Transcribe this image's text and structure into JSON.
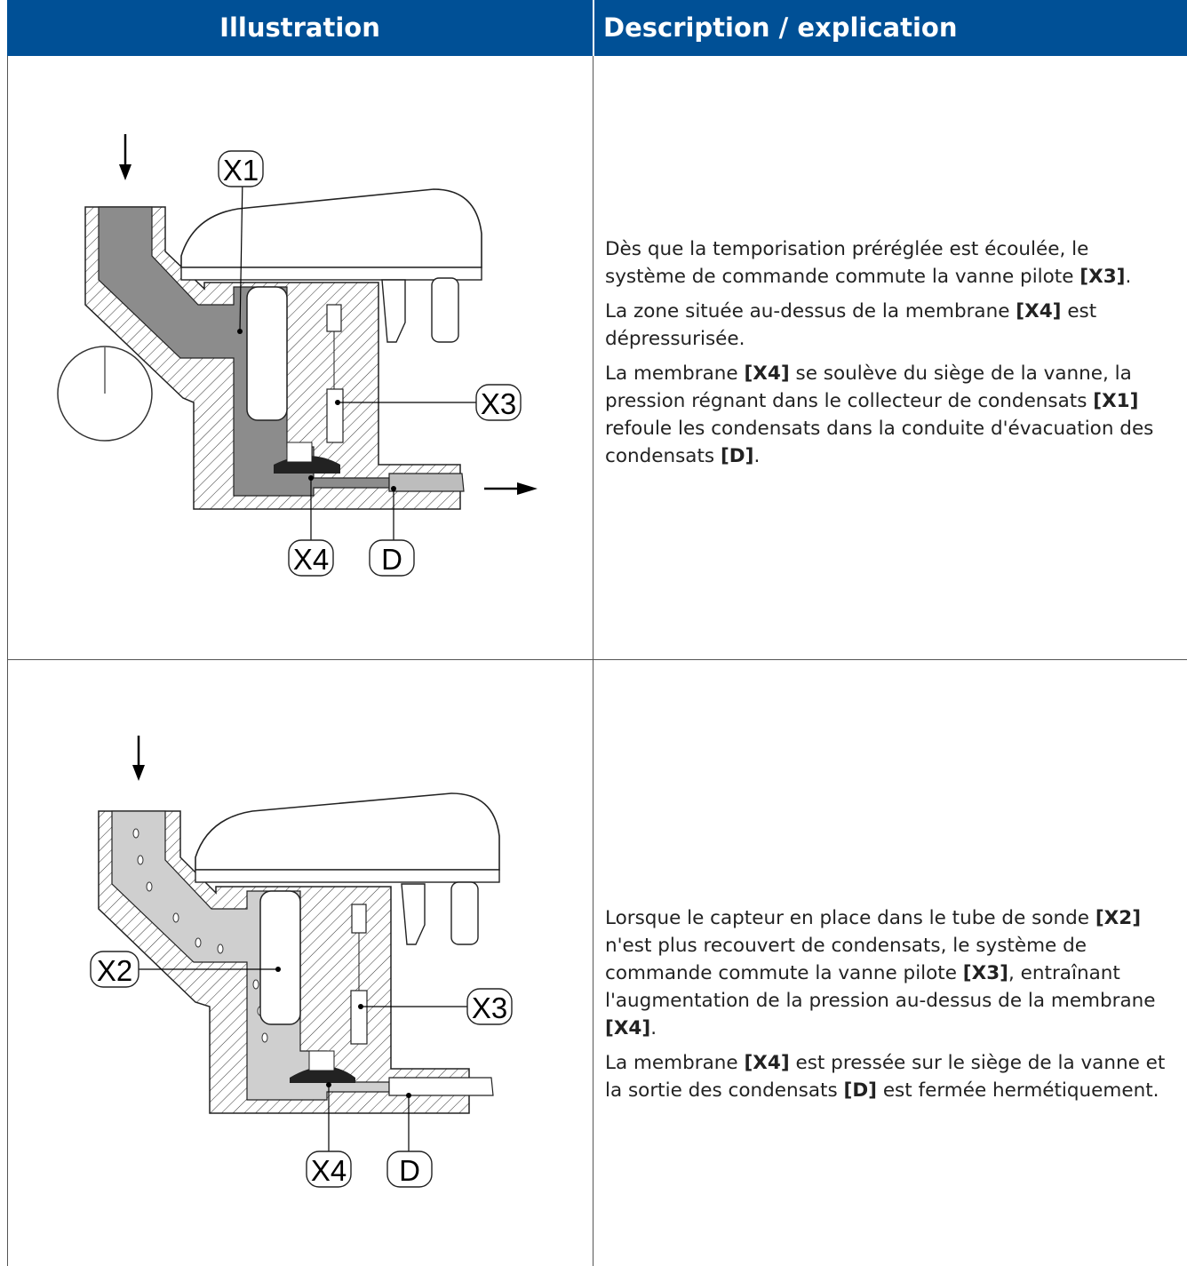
{
  "header": {
    "col1": "Illustration",
    "col2": "Description / explication"
  },
  "row1": {
    "labels": {
      "x1": "X1",
      "x3": "X3",
      "x4": "X4",
      "d": "D"
    },
    "p1": [
      "Dès que la temporisation préréglée est écoulée, le système de commande commute la vanne pilote ",
      "[X3]",
      "."
    ],
    "p2": [
      "La zone située au-dessus de la membrane ",
      "[X4]",
      " est dépressurisée."
    ],
    "p3": [
      "La membrane ",
      "[X4]",
      " se soulève du siège de la vanne, la pression régnant dans le collecteur de condensats ",
      "[X1]",
      " refoule les condensats dans la conduite d'évacuation des condensats ",
      "[D]",
      "."
    ]
  },
  "row2": {
    "labels": {
      "x2": "X2",
      "x3": "X3",
      "x4": "X4",
      "d": "D"
    },
    "p1": [
      "Lorsque le capteur en place dans le tube de sonde ",
      "[X2]",
      " n'est plus recouvert de condensats, le système de commande commute la vanne pilote ",
      "[X3]",
      ", entraînant l'augmentation de la pression au-dessus de la membrane ",
      "[X4]",
      "."
    ],
    "p2": [
      "La membrane ",
      "[X4]",
      " est pressée sur le siège de la vanne et la sortie des condensats ",
      "[D]",
      " est fermée hermétiquement."
    ]
  },
  "colors": {
    "header": "#005096",
    "condensate_dark": "#8c8c8c",
    "condensate_light": "#cfcfcf"
  }
}
